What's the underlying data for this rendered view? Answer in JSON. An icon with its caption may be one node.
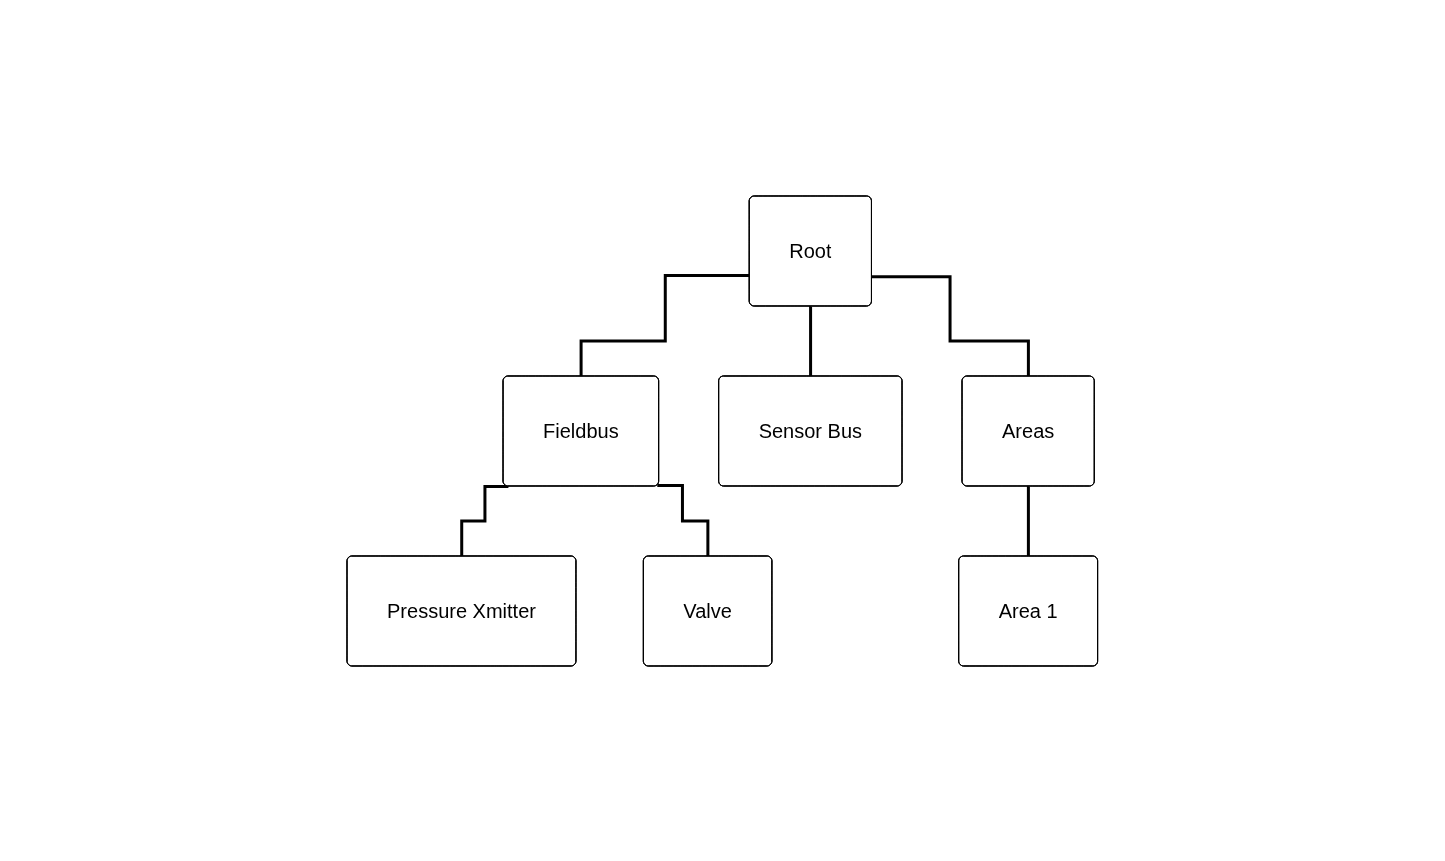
{
  "diagram": {
    "nodes": [
      {
        "text": [
          "Root"
        ]
      },
      {
        "text": [
          "Fieldbus"
        ]
      },
      {
        "text": [
          "Sensor Bus"
        ]
      },
      {
        "text": [
          "Areas"
        ]
      },
      {
        "text": [
          "Pressure Xmitter"
        ]
      },
      {
        "text": [
          "Valve"
        ]
      },
      {
        "text": [
          "Area 1"
        ]
      }
    ],
    "edges": [
      {
        "from": 0,
        "to": 1,
        "arrow": "none"
      },
      {
        "from": 0,
        "to": 2,
        "arrow": "none"
      },
      {
        "from": 0,
        "to": 3,
        "arrow": "none"
      },
      {
        "from": 1,
        "to": 4,
        "arrow": "none"
      },
      {
        "from": 1,
        "to": 5,
        "arrow": "none"
      },
      {
        "from": 3,
        "to": 6,
        "arrow": "none"
      }
    ]
  }
}
